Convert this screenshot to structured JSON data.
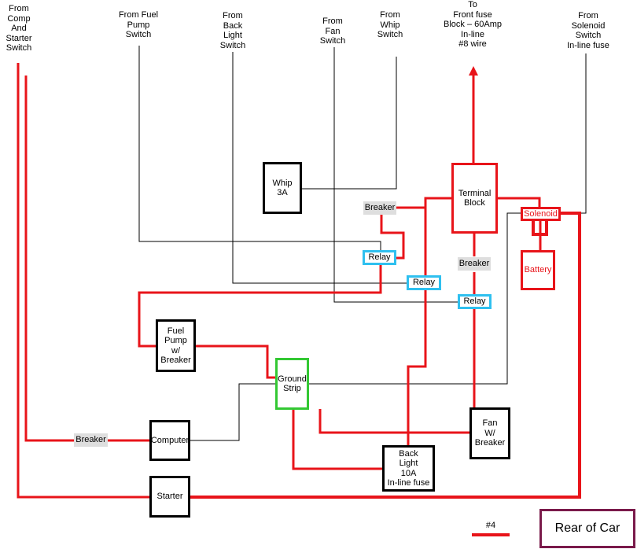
{
  "colors": {
    "power_wire": "#e8141a",
    "signal_wire": "#000000",
    "relay_border": "#2fc0ef",
    "ground_border": "#33c833",
    "breaker_fill": "#dedede",
    "legend_border": "#7a1a4a"
  },
  "sources": {
    "comp_starter": "From\nComp\nAnd\nStarter\nSwitch",
    "fuel_pump": "From Fuel\nPump\nSwitch",
    "back_light": "From\nBack\nLight\nSwitch",
    "fan": "From\nFan\nSwitch",
    "whip": "From\nWhip\nSwitch",
    "front_fuse": "To\nFront fuse\nBlock – 60Amp\nIn-line\n#8 wire",
    "solenoid": "From\nSolenoid\nSwitch\nIn-line fuse"
  },
  "components": {
    "whip": "Whip\n3A",
    "terminal_block": "Terminal\nBlock",
    "solenoid": "Solenoid",
    "battery": "Battery",
    "breaker_top": "Breaker",
    "relay_1": "Relay",
    "relay_2": "Relay",
    "relay_3": "Relay",
    "breaker_mid": "Breaker",
    "fuel_pump": "Fuel\nPump\nw/\nBreaker",
    "ground_strip": "Ground\nStrip",
    "fan": "Fan\nW/\nBreaker",
    "breaker_left": "Breaker",
    "computer": "Computer",
    "back_light": "Back\nLight\n10A\nIn-line fuse",
    "starter": "Starter"
  },
  "legend": {
    "wire_label": "#4",
    "rear_of_car": "Rear of Car"
  }
}
